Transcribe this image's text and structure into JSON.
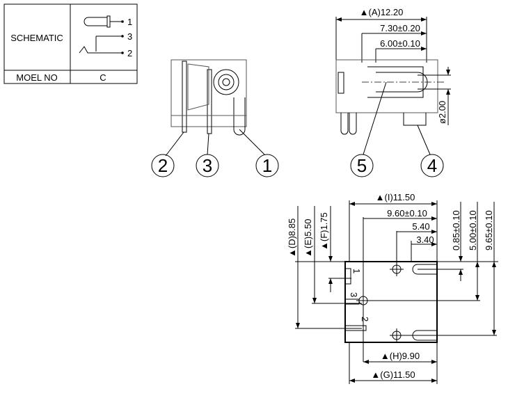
{
  "table": {
    "schematic_label": "SCHEMATIC",
    "model_label": "MOEL NO",
    "model_value": "C",
    "pins": [
      "1",
      "3",
      "2"
    ]
  },
  "front_view": {
    "callouts": [
      "2",
      "3",
      "1"
    ]
  },
  "side_view": {
    "dims": [
      "▲(A)12.20",
      "7.30±0.20",
      "6.00±0.10",
      "ø2.00"
    ],
    "callouts": [
      "5",
      "4"
    ]
  },
  "bottom_view": {
    "top_dims": [
      "▲(I)11.50",
      "9.60±0.10",
      "5.40",
      "3.40"
    ],
    "left_dims": [
      "▲(D)8.85",
      "▲(E)5.50",
      "▲(F)1.75"
    ],
    "right_dims": [
      "0.85±0.10",
      "5.00±0.10",
      "9.65±0.10"
    ],
    "bottom_dims": [
      "▲(H)9.90",
      "▲(G)11.50"
    ],
    "pin_labels": [
      "1",
      "3",
      "2"
    ]
  }
}
